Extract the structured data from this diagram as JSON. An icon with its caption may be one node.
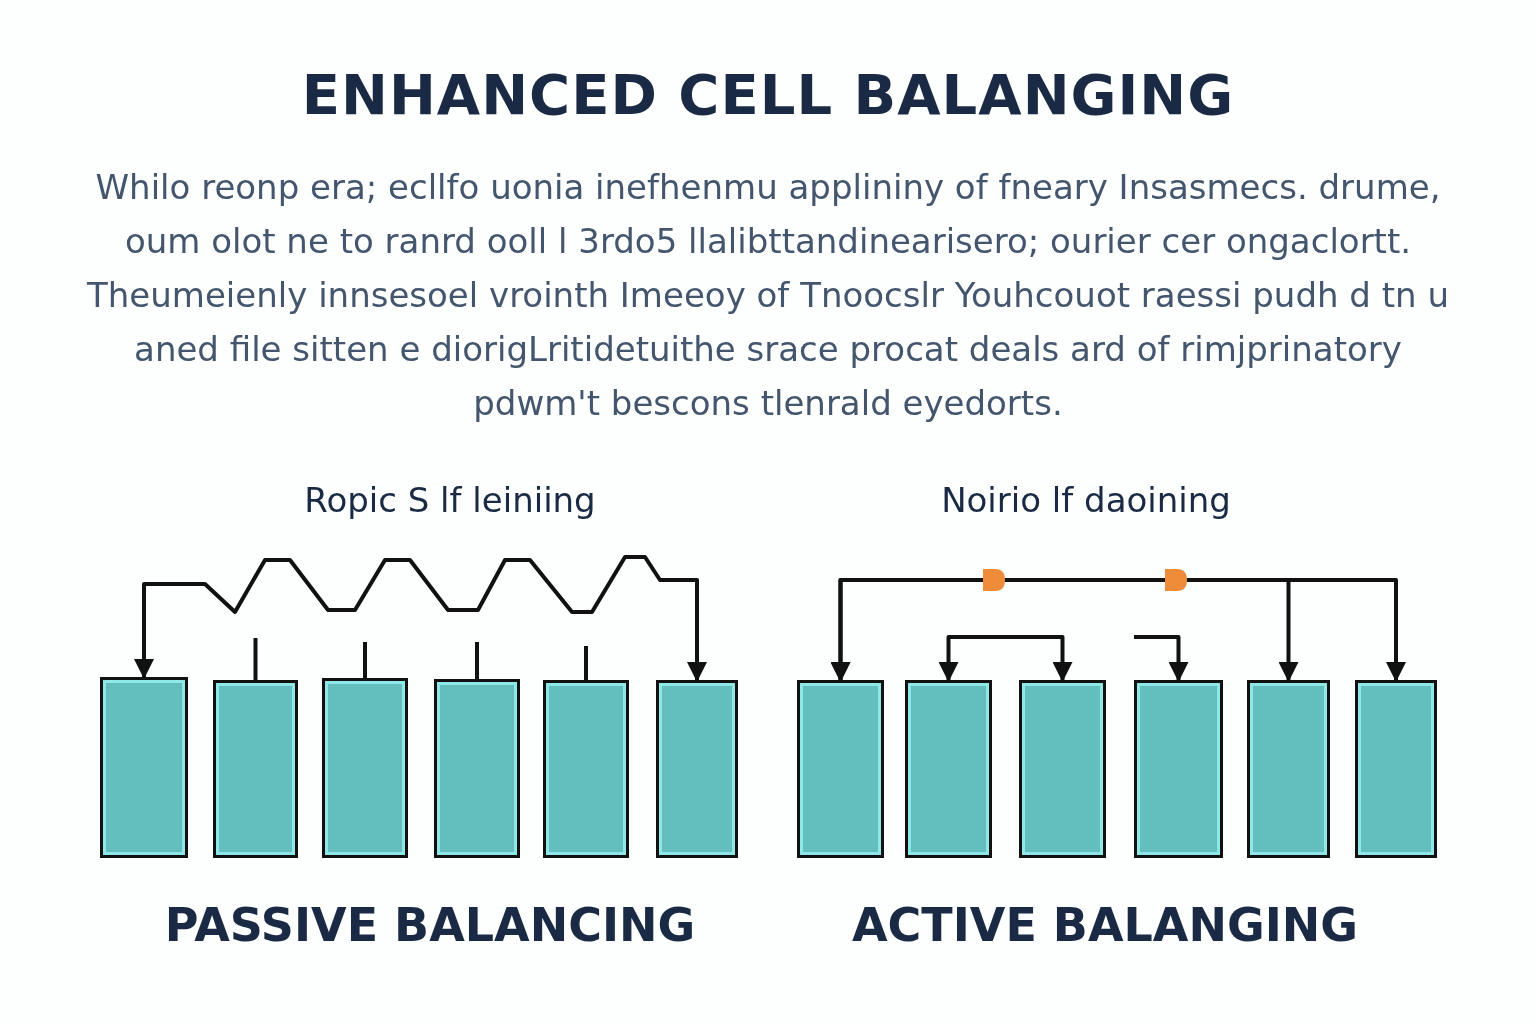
{
  "diagram": {
    "title": "ENHANCED CELL BALANGING",
    "nodes": [
      {
        "text": [],
        "shape": "box"
      },
      {
        "text": [],
        "shape": "box"
      },
      {
        "text": [],
        "shape": "box"
      },
      {
        "text": [],
        "shape": "box"
      },
      {
        "text": [],
        "shape": "box"
      },
      {
        "text": [],
        "shape": "box"
      },
      {
        "text": [],
        "shape": "box"
      },
      {
        "text": [],
        "shape": "box"
      },
      {
        "text": [],
        "shape": "box"
      },
      {
        "text": [],
        "shape": "box"
      },
      {
        "text": [],
        "shape": "box"
      },
      {
        "text": [],
        "shape": "box"
      }
    ],
    "edges": [
      {
        "from": 0,
        "to": 5,
        "arrow": "both"
      },
      {
        "from": null,
        "to": 1,
        "arrow": "none"
      },
      {
        "from": null,
        "to": 2,
        "arrow": "none"
      },
      {
        "from": null,
        "to": 3,
        "arrow": "none"
      },
      {
        "from": null,
        "to": 4,
        "arrow": "none"
      },
      {
        "from": 6,
        "to": 11,
        "arrow": "both"
      },
      {
        "from": 6,
        "to": 10,
        "arrow": "both"
      },
      {
        "from": 7,
        "to": 8,
        "arrow": "both"
      },
      {
        "from": null,
        "to": 9,
        "arrow": "to"
      }
    ],
    "labels": [
      "Whilo reonp era; ecllfo uonia inefhenmu applininy of fneary Insasmecs. drume, oum olot ne to ranrd ooll l 3rdo5 llalibttandinearisero; ourier cer ongaclortt. Theumeienly innsesoel vrointh Imeeoy of Tnoocslr Youhcouot raessi pudh d tn u aned file sitten e diorigLritidetuithe srace procat deals ard of rimjprinatory pdwm't bescons tlenrald eyedorts.",
      "Ropic S lf leiniing",
      "Noirio lf daoining",
      "PASSIVE BALANCING",
      "ACTIVE BALANGING"
    ]
  }
}
